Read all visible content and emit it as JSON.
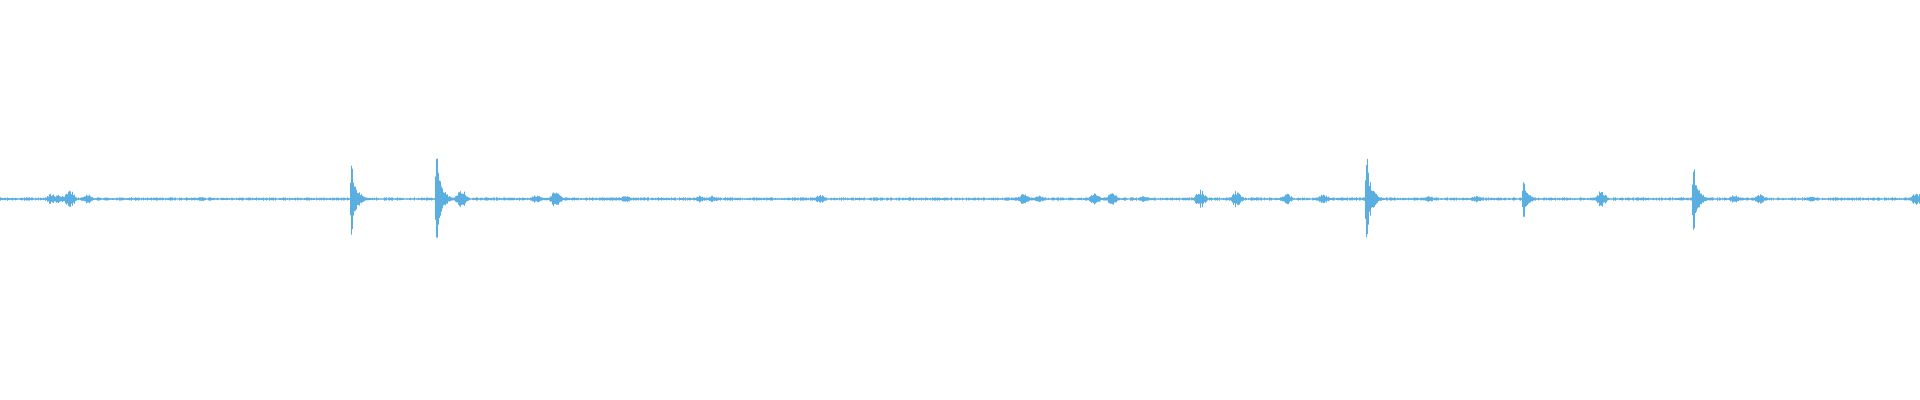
{
  "waveform": {
    "color": "#5aaee0",
    "background": "#ffffff",
    "baseline_level": 0.0,
    "noise_level": 0.02,
    "events": [
      {
        "t": 0.0268,
        "amp": 0.07,
        "kind": "burst"
      },
      {
        "t": 0.03,
        "amp": 0.06,
        "kind": "burst"
      },
      {
        "t": 0.036,
        "amp": 0.12,
        "kind": "burst"
      },
      {
        "t": 0.0455,
        "amp": 0.06,
        "kind": "burst"
      },
      {
        "t": 0.104,
        "amp": 0.03,
        "kind": "burst"
      },
      {
        "t": 0.183,
        "amp": 0.41,
        "kind": "spike"
      },
      {
        "t": 0.227,
        "amp": 0.5,
        "kind": "spike"
      },
      {
        "t": 0.24,
        "amp": 0.11,
        "kind": "burst"
      },
      {
        "t": 0.279,
        "amp": 0.05,
        "kind": "burst"
      },
      {
        "t": 0.289,
        "amp": 0.1,
        "kind": "burst"
      },
      {
        "t": 0.326,
        "amp": 0.05,
        "kind": "burst"
      },
      {
        "t": 0.364,
        "amp": 0.04,
        "kind": "burst"
      },
      {
        "t": 0.371,
        "amp": 0.04,
        "kind": "burst"
      },
      {
        "t": 0.427,
        "amp": 0.05,
        "kind": "burst"
      },
      {
        "t": 0.488,
        "amp": 0.02,
        "kind": "burst"
      },
      {
        "t": 0.533,
        "amp": 0.07,
        "kind": "burst"
      },
      {
        "t": 0.541,
        "amp": 0.04,
        "kind": "burst"
      },
      {
        "t": 0.57,
        "amp": 0.07,
        "kind": "burst"
      },
      {
        "t": 0.579,
        "amp": 0.07,
        "kind": "burst"
      },
      {
        "t": 0.596,
        "amp": 0.04,
        "kind": "burst"
      },
      {
        "t": 0.625,
        "amp": 0.11,
        "kind": "burst"
      },
      {
        "t": 0.644,
        "amp": 0.1,
        "kind": "burst"
      },
      {
        "t": 0.67,
        "amp": 0.07,
        "kind": "burst"
      },
      {
        "t": 0.689,
        "amp": 0.06,
        "kind": "burst"
      },
      {
        "t": 0.7115,
        "amp": 0.46,
        "kind": "spike"
      },
      {
        "t": 0.744,
        "amp": 0.04,
        "kind": "burst"
      },
      {
        "t": 0.769,
        "amp": 0.04,
        "kind": "burst"
      },
      {
        "t": 0.793,
        "amp": 0.2,
        "kind": "spike"
      },
      {
        "t": 0.834,
        "amp": 0.1,
        "kind": "burst"
      },
      {
        "t": 0.882,
        "amp": 0.37,
        "kind": "spike"
      },
      {
        "t": 0.903,
        "amp": 0.05,
        "kind": "burst"
      },
      {
        "t": 0.916,
        "amp": 0.06,
        "kind": "burst"
      },
      {
        "t": 0.943,
        "amp": 0.03,
        "kind": "burst"
      },
      {
        "t": 0.998,
        "amp": 0.08,
        "kind": "burst"
      }
    ]
  }
}
